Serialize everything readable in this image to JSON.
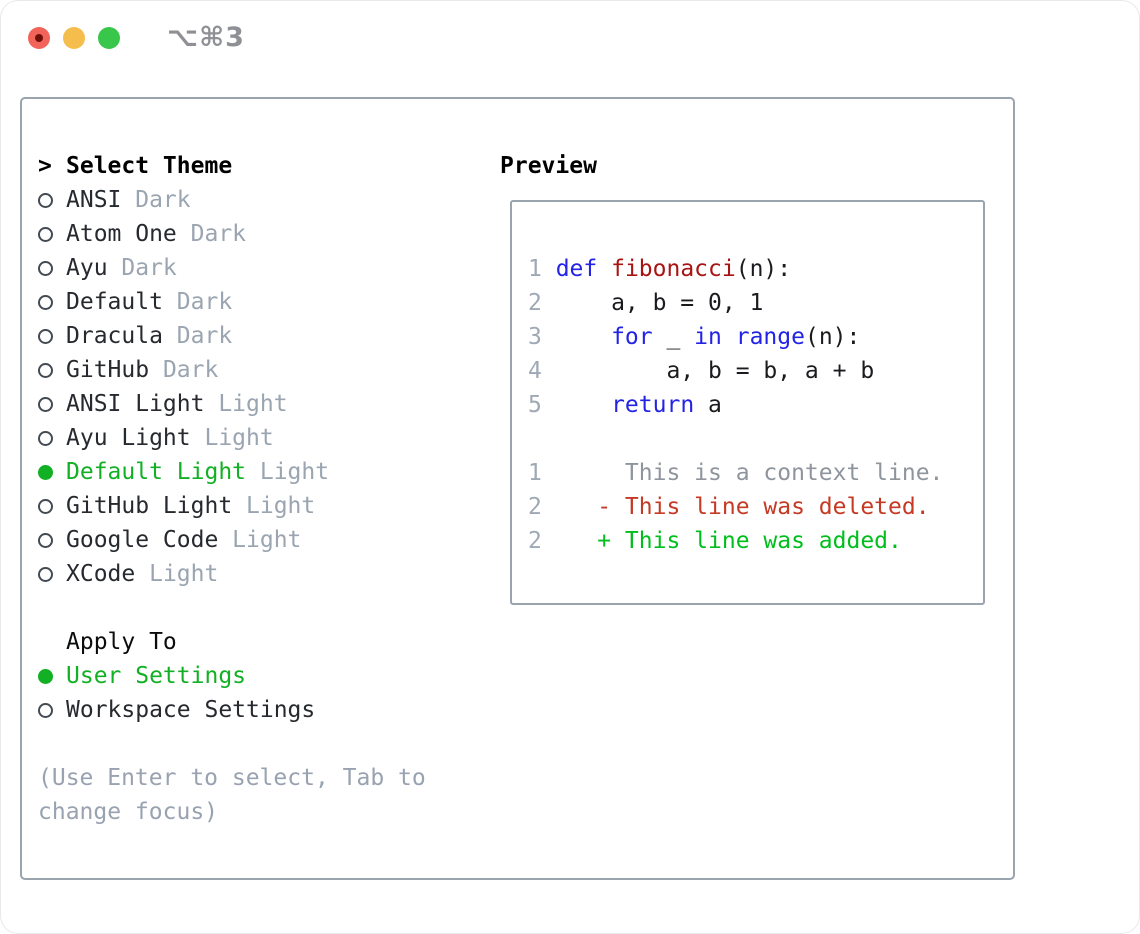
{
  "titlebar": {
    "shortcut": "⌥⌘3",
    "traffic_lights": [
      {
        "name": "close",
        "color": "#f2635a"
      },
      {
        "name": "minimize",
        "color": "#f5bd4b"
      },
      {
        "name": "zoom",
        "color": "#38c74a"
      }
    ]
  },
  "theme_picker": {
    "prompt_prefix": ">",
    "header": "Select Theme",
    "themes": [
      {
        "name": "ANSI",
        "variant": "Dark",
        "selected": false
      },
      {
        "name": "Atom One",
        "variant": "Dark",
        "selected": false
      },
      {
        "name": "Ayu",
        "variant": "Dark",
        "selected": false
      },
      {
        "name": "Default",
        "variant": "Dark",
        "selected": false
      },
      {
        "name": "Dracula",
        "variant": "Dark",
        "selected": false
      },
      {
        "name": "GitHub",
        "variant": "Dark",
        "selected": false
      },
      {
        "name": "ANSI Light",
        "variant": "Light",
        "selected": false
      },
      {
        "name": "Ayu Light",
        "variant": "Light",
        "selected": false
      },
      {
        "name": "Default Light",
        "variant": "Light",
        "selected": true
      },
      {
        "name": "GitHub Light",
        "variant": "Light",
        "selected": false
      },
      {
        "name": "Google Code",
        "variant": "Light",
        "selected": false
      },
      {
        "name": "XCode",
        "variant": "Light",
        "selected": false
      }
    ]
  },
  "apply_to": {
    "header": "Apply To",
    "options": [
      {
        "label": "User Settings",
        "selected": true
      },
      {
        "label": "Workspace Settings",
        "selected": false
      }
    ]
  },
  "hint": "(Use Enter to select, Tab to change focus)",
  "preview": {
    "title": "Preview",
    "lines": [
      {
        "num": "1",
        "segs": [
          {
            "t": "def",
            "c": "kw"
          },
          {
            "t": " ",
            "c": "pl"
          },
          {
            "t": "fibonacci",
            "c": "fn"
          },
          {
            "t": "(n):",
            "c": "pl"
          }
        ]
      },
      {
        "num": "2",
        "segs": [
          {
            "t": "    a, b = 0, 1",
            "c": "pl"
          }
        ]
      },
      {
        "num": "3",
        "segs": [
          {
            "t": "    ",
            "c": "pl"
          },
          {
            "t": "for",
            "c": "kw"
          },
          {
            "t": " _ ",
            "c": "pl"
          },
          {
            "t": "in",
            "c": "kw"
          },
          {
            "t": " ",
            "c": "pl"
          },
          {
            "t": "range",
            "c": "kw"
          },
          {
            "t": "(n):",
            "c": "pl"
          }
        ]
      },
      {
        "num": "4",
        "segs": [
          {
            "t": "        a, b = b, a + b",
            "c": "pl"
          }
        ]
      },
      {
        "num": "5",
        "segs": [
          {
            "t": "    ",
            "c": "pl"
          },
          {
            "t": "return",
            "c": "kw"
          },
          {
            "t": " a",
            "c": "pl"
          }
        ]
      },
      {
        "num": "",
        "segs": []
      },
      {
        "num": "1",
        "segs": [
          {
            "t": "     This is a context line.",
            "c": "ctx"
          }
        ]
      },
      {
        "num": "2",
        "segs": [
          {
            "t": "   - This line was deleted.",
            "c": "del"
          }
        ]
      },
      {
        "num": "2",
        "segs": [
          {
            "t": "   + This line was added.",
            "c": "add"
          }
        ]
      }
    ]
  },
  "colors": {
    "accent_green": "#12b024",
    "added_green": "#00bf1c",
    "deleted_red": "#c43a24",
    "keyword_blue": "#2323e6",
    "function_red": "#a81414",
    "muted_gray": "#9aa5b1",
    "border_gray": "#9aa4af"
  }
}
